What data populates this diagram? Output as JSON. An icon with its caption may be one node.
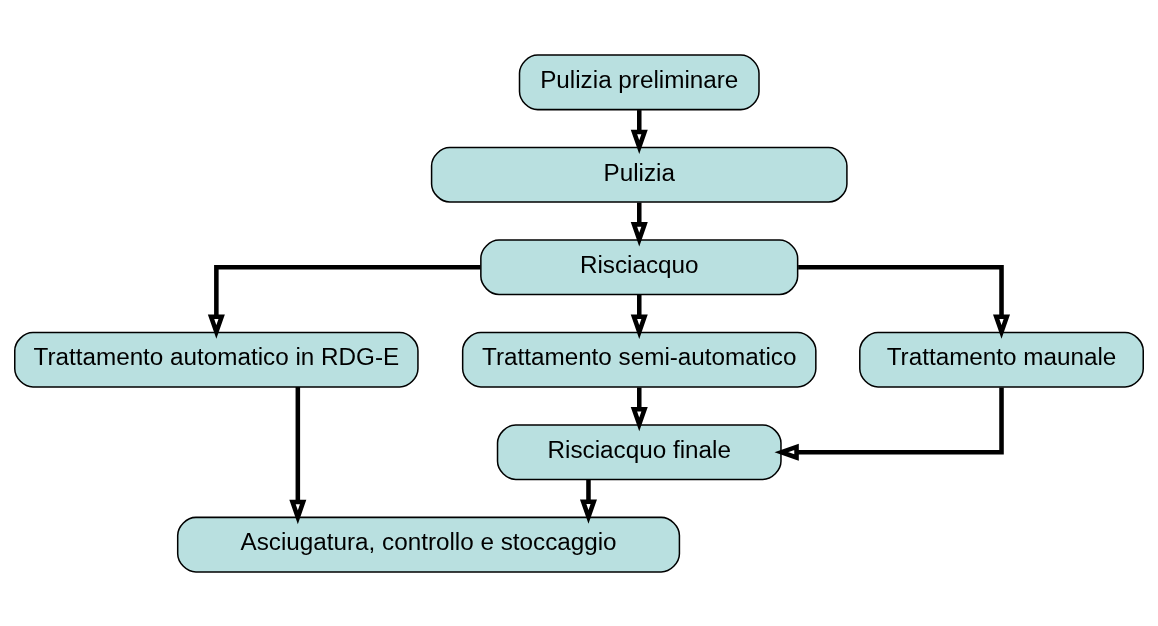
{
  "diagram": {
    "nodes": [
      {
        "text": [
          "Pulizia preliminare"
        ]
      },
      {
        "text": [
          "Pulizia"
        ]
      },
      {
        "text": [
          "Risciacquo"
        ]
      },
      {
        "text": [
          "Trattamento automatico in RDG-E"
        ]
      },
      {
        "text": [
          "Trattamento semi-automatico"
        ]
      },
      {
        "text": [
          "Trattamento maunale"
        ]
      },
      {
        "text": [
          "Risciacquo finale"
        ]
      },
      {
        "text": [
          "Asciugatura, controllo e stoccaggio"
        ]
      }
    ],
    "edges": [
      {
        "from": 0,
        "to": 1,
        "arrow": "to"
      },
      {
        "from": 1,
        "to": 2,
        "arrow": "to"
      },
      {
        "from": 2,
        "to": 3,
        "arrow": "to"
      },
      {
        "from": 2,
        "to": 4,
        "arrow": "to"
      },
      {
        "from": 2,
        "to": 5,
        "arrow": "to"
      },
      {
        "from": 4,
        "to": 6,
        "arrow": "to"
      },
      {
        "from": 5,
        "to": 6,
        "arrow": "to"
      },
      {
        "from": 3,
        "to": 7,
        "arrow": "to"
      },
      {
        "from": 6,
        "to": 7,
        "arrow": "to"
      }
    ]
  }
}
